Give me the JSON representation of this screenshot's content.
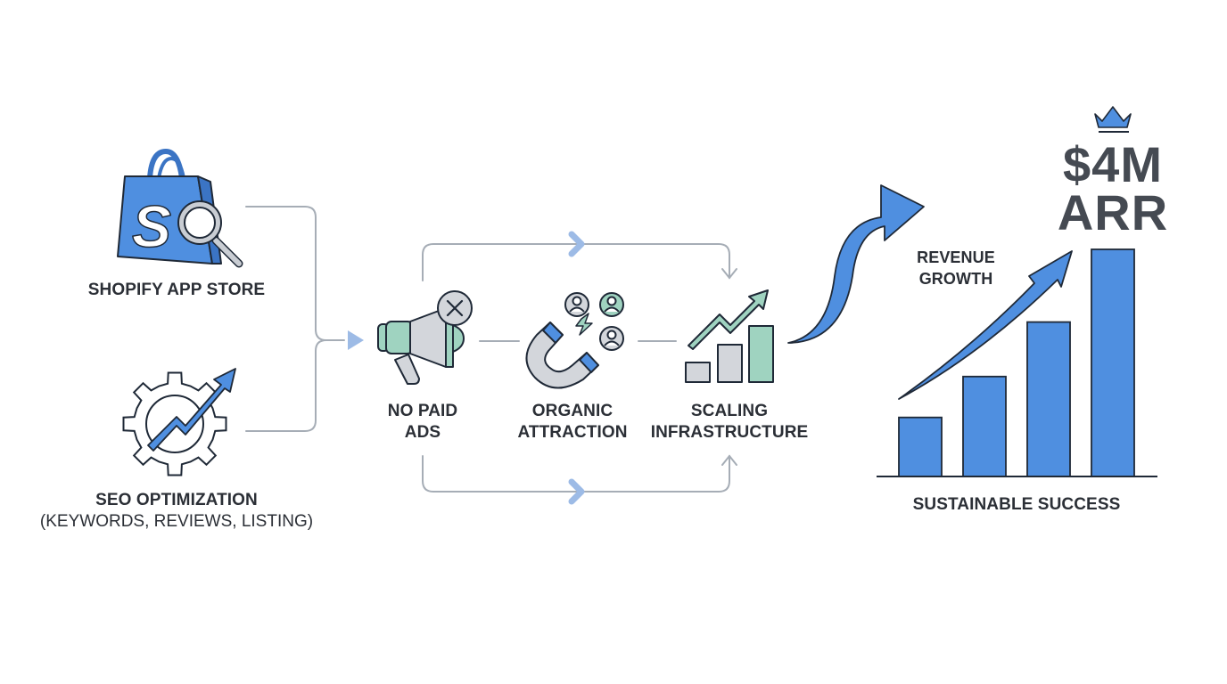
{
  "diagram": {
    "sources": [
      {
        "id": "shopify",
        "label": "SHOPIFY APP STORE",
        "icon": "shopify-bag-magnifier-icon"
      },
      {
        "id": "seo",
        "label": "SEO OPTIMIZATION",
        "sublabel": "(KEYWORDS, REVIEWS, LISTING)",
        "icon": "gear-trend-arrow-icon"
      }
    ],
    "stages": [
      {
        "id": "no-paid-ads",
        "line1": "NO PAID",
        "line2": "ADS",
        "icon": "megaphone-crossed-icon"
      },
      {
        "id": "organic-attraction",
        "line1": "ORGANIC",
        "line2": "ATTRACTION",
        "icon": "magnet-users-icon"
      },
      {
        "id": "scaling-infrastructure",
        "line1": "SCALING",
        "line2": "INFRASTRUCTURE",
        "icon": "bar-growth-icon"
      }
    ],
    "outcome": {
      "headline_line1": "$4M",
      "headline_line2": "ARR",
      "crown_icon": "crown-icon",
      "growth_label_line1": "REVENUE",
      "growth_label_line2": "GROWTH",
      "footer": "SUSTAINABLE SUCCESS",
      "bars_relative": [
        0.26,
        0.44,
        0.68,
        1.0
      ]
    },
    "colors": {
      "blue": "#4f8fe0",
      "blue_dark": "#3b74c4",
      "mint": "#9fd3c0",
      "gray_fill": "#d3d6db",
      "connector": "#a6adb6",
      "arrow_accent": "#9dbbe6",
      "text": "#2b2f36",
      "headline": "#454a52"
    }
  }
}
